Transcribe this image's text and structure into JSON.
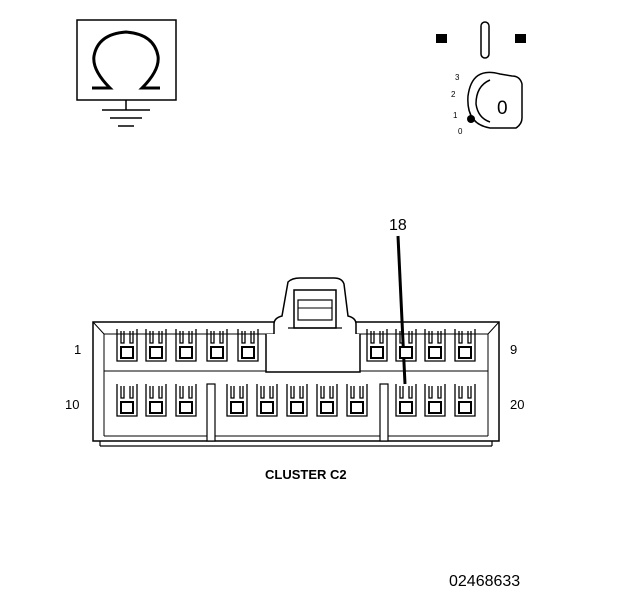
{
  "callout": {
    "pin": "18"
  },
  "connector": {
    "label": "CLUSTER C2",
    "top_left_pin": "1",
    "top_right_pin": "9",
    "bottom_left_pin": "10",
    "bottom_right_pin": "20",
    "top_row_pins": 9,
    "bottom_row_pins": 11
  },
  "ignition_switch": {
    "positions": [
      "3",
      "2",
      "1",
      "0"
    ],
    "key_position": "0"
  },
  "ground_symbol": {
    "name": "ohm-ground-icon"
  },
  "figure_id": "02468633"
}
